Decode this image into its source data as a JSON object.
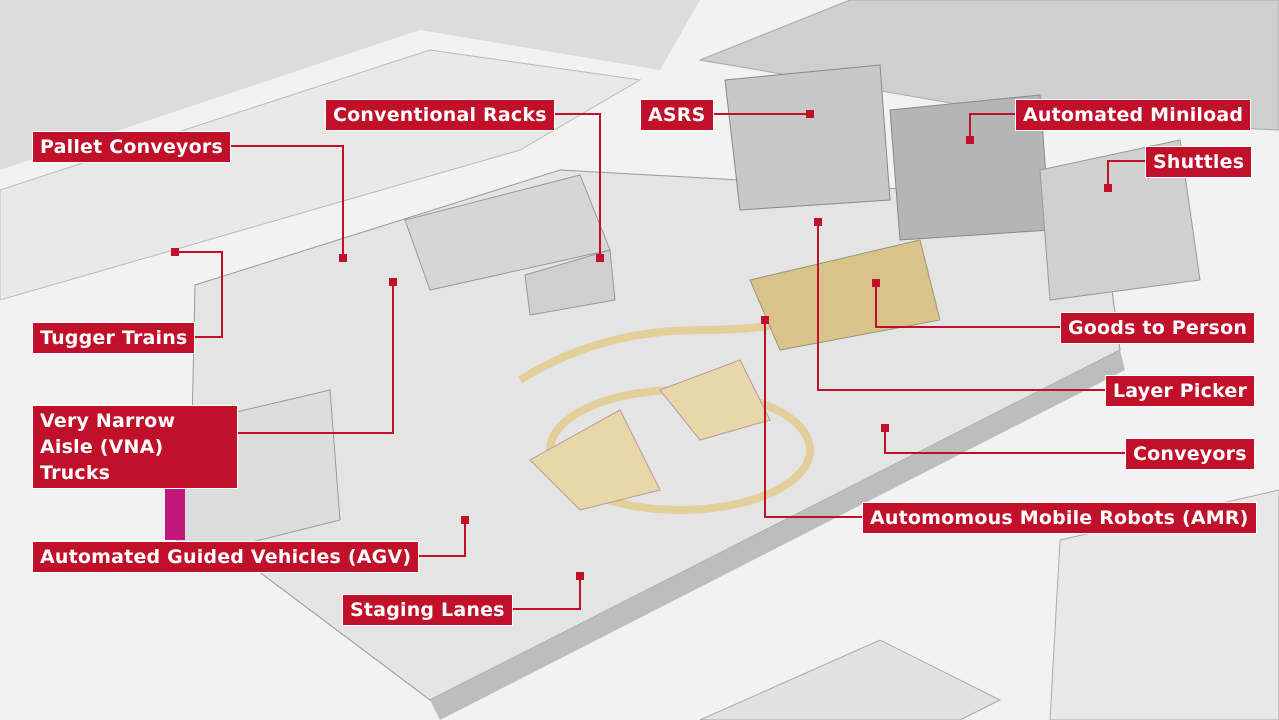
{
  "title": "Warehouse automation overview",
  "accent_color": "#c0102a",
  "labels": {
    "pallet_conveyors": "Pallet Conveyors",
    "conventional_racks": "Conventional Racks",
    "asrs": "ASRS",
    "automated_miniload": "Automated Miniload",
    "shuttles": "Shuttles",
    "tugger_trains": "Tugger Trains",
    "goods_to_person": "Goods to Person",
    "layer_picker": "Layer Picker",
    "vna_trucks": "Very Narrow Aisle (VNA) Trucks",
    "conveyors": "Conveyors",
    "amr": "Automomous Mobile Robots (AMR)",
    "agv": "Automated Guided Vehicles (AGV)",
    "staging_lanes": "Staging Lanes"
  }
}
